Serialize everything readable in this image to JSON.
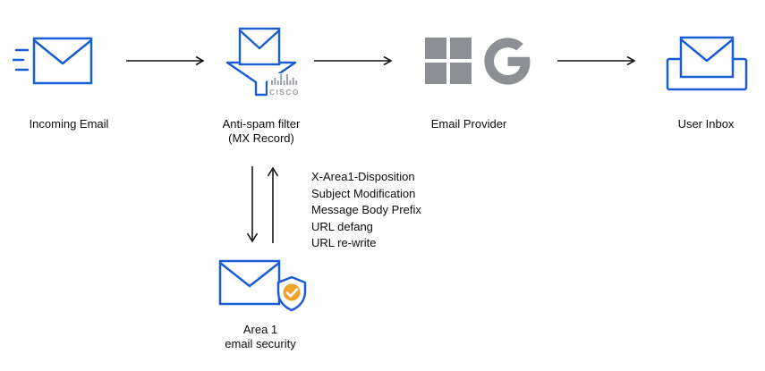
{
  "diagram": {
    "nodes": {
      "incoming_email": {
        "label": "Incoming Email"
      },
      "anti_spam_filter": {
        "label": "Anti-spam filter",
        "sublabel": "(MX Record)",
        "vendor_logo": "CISCO"
      },
      "email_provider": {
        "label": "Email Provider"
      },
      "user_inbox": {
        "label": "User Inbox"
      },
      "area1": {
        "label": "Area 1",
        "sublabel": "email security"
      }
    },
    "modifications": [
      "X-Area1-Disposition",
      "Subject Modification",
      "Message Body Prefix",
      "URL defang",
      "URL re-write"
    ],
    "colors": {
      "envelope_blue": "#1a5cd6",
      "arrow_black": "#161617",
      "logo_gray": "#8c8f93",
      "cisco_gray": "#9b9ea3",
      "check_orange": "#f0a32c"
    }
  }
}
